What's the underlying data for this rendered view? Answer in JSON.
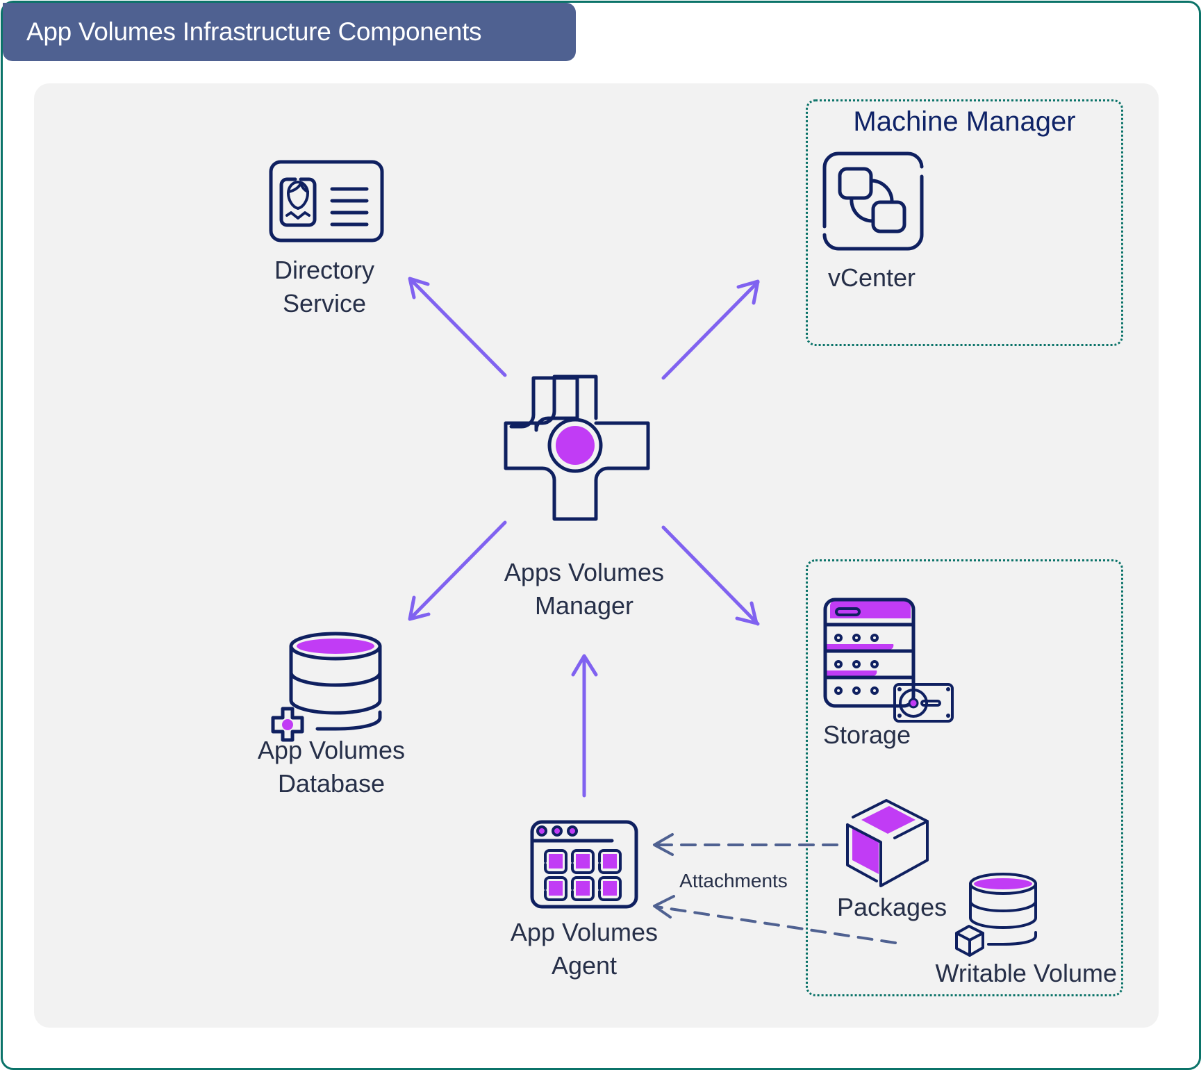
{
  "header": {
    "title": "App Volumes Infrastructure Components"
  },
  "colors": {
    "frame": "#0b7369",
    "header_bg": "#4f6191",
    "panel_bg": "#f2f2f2",
    "icon_stroke": "#0f2060",
    "accent_magenta": "#c13cf5",
    "arrow_purple": "#8062f0",
    "dashed_arrow": "#4f6191",
    "text": "#262f48"
  },
  "nodes": {
    "directory_service": {
      "label_line1": "Directory",
      "label_line2": "Service",
      "icon": "id-card-icon"
    },
    "machine_manager": {
      "group_title": "Machine Manager",
      "vcenter_label": "vCenter",
      "icon": "vcenter-icon"
    },
    "manager": {
      "label_line1": "Apps Volumes",
      "label_line2": "Manager",
      "icon": "app-volumes-cross-icon"
    },
    "database": {
      "label_line1": "App Volumes",
      "label_line2": "Database",
      "icon": "database-icon"
    },
    "storage": {
      "label": "Storage",
      "icon": "storage-server-icon"
    },
    "packages": {
      "label": "Packages",
      "icon": "package-cube-icon"
    },
    "writable_volume": {
      "label": "Writable Volume",
      "icon": "writable-volume-icon"
    },
    "agent": {
      "label_line1": "App Volumes",
      "label_line2": "Agent",
      "icon": "app-grid-window-icon"
    }
  },
  "edges": [
    {
      "from": "Apps Volumes Manager",
      "to": "Directory Service",
      "style": "solid"
    },
    {
      "from": "Apps Volumes Manager",
      "to": "Machine Manager",
      "style": "solid"
    },
    {
      "from": "Apps Volumes Manager",
      "to": "App Volumes Database",
      "style": "solid"
    },
    {
      "from": "Apps Volumes Manager",
      "to": "Storage",
      "style": "solid"
    },
    {
      "from": "App Volumes Agent",
      "to": "Apps Volumes Manager",
      "style": "solid"
    },
    {
      "from": "Packages",
      "to": "App Volumes Agent",
      "style": "dashed"
    },
    {
      "from": "Writable Volume",
      "to": "App Volumes Agent",
      "style": "dashed"
    }
  ],
  "edge_labels": {
    "attachments": "Attachments"
  }
}
